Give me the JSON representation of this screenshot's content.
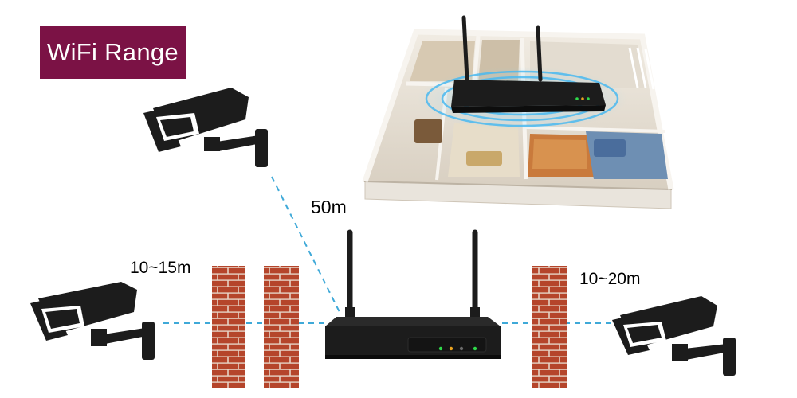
{
  "title": "WiFi Range",
  "labels": {
    "range_main": "50m",
    "range_left": "10~15m",
    "range_right": "10~20m"
  },
  "colors": {
    "badge": "#7b1245",
    "dash_line": "#3fa9d8",
    "brick": "#b5452b",
    "mortar": "#e6d3c4",
    "device": "#1c1c1c",
    "led_green": "#2fd94a",
    "led_amber": "#e9a21f"
  },
  "icons": {
    "camera": "security-camera-icon",
    "nvr": "wifi-nvr-device",
    "wall": "brick-wall",
    "house": "floorplan-house"
  }
}
